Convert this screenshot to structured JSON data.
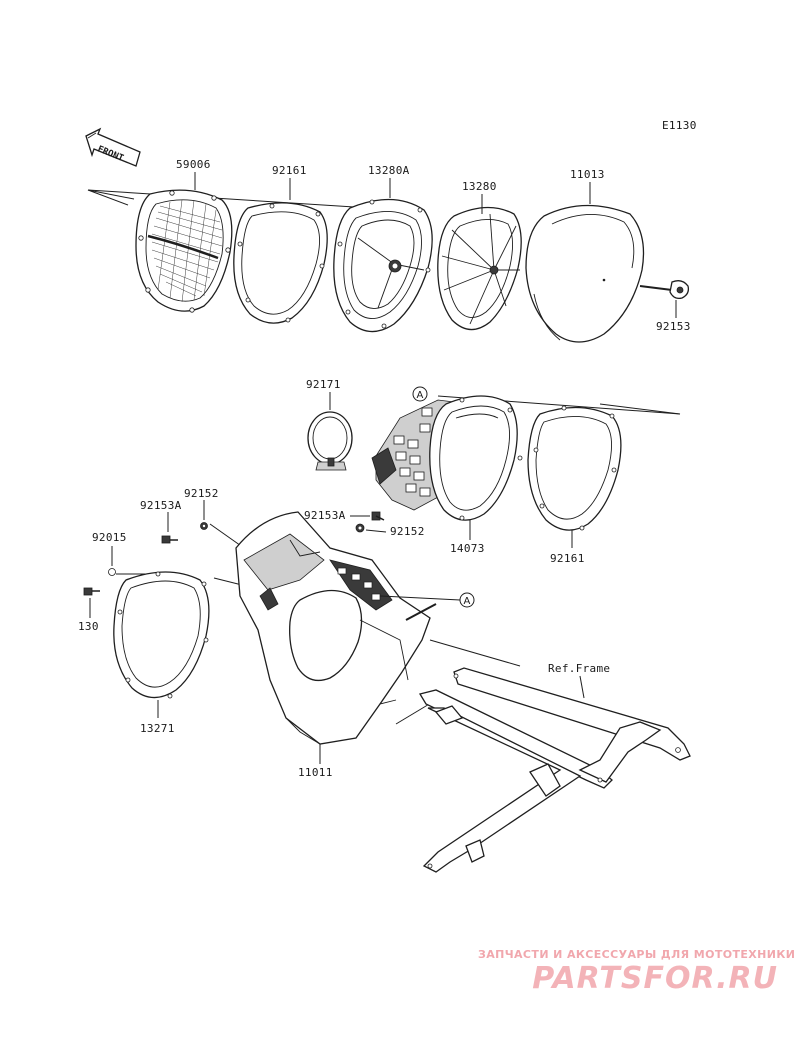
{
  "diagram": {
    "code": "E1130",
    "front_label": "FRONT",
    "reference_marker": "A",
    "parts": [
      {
        "id": "59006",
        "label": "59006"
      },
      {
        "id": "92161-top",
        "label": "92161"
      },
      {
        "id": "13280A",
        "label": "13280A"
      },
      {
        "id": "13280",
        "label": "13280"
      },
      {
        "id": "11013",
        "label": "11013"
      },
      {
        "id": "92153",
        "label": "92153"
      },
      {
        "id": "92171",
        "label": "92171"
      },
      {
        "id": "14073",
        "label": "14073"
      },
      {
        "id": "92161-mid",
        "label": "92161"
      },
      {
        "id": "92153A-left",
        "label": "92153A"
      },
      {
        "id": "92152-left",
        "label": "92152"
      },
      {
        "id": "92153A-mid",
        "label": "92153A"
      },
      {
        "id": "92152-mid",
        "label": "92152"
      },
      {
        "id": "92015",
        "label": "92015"
      },
      {
        "id": "130",
        "label": "130"
      },
      {
        "id": "13271",
        "label": "13271"
      },
      {
        "id": "11011",
        "label": "11011"
      },
      {
        "id": "ref-frame",
        "label": "Ref.Frame"
      }
    ]
  },
  "watermark": {
    "caption": "ЗАПЧАСТИ И АКСЕССУАРЫ ДЛЯ МОТОТЕХНИКИ",
    "logo": "PARTSFOR.RU",
    "color": "#f1a7ad"
  }
}
